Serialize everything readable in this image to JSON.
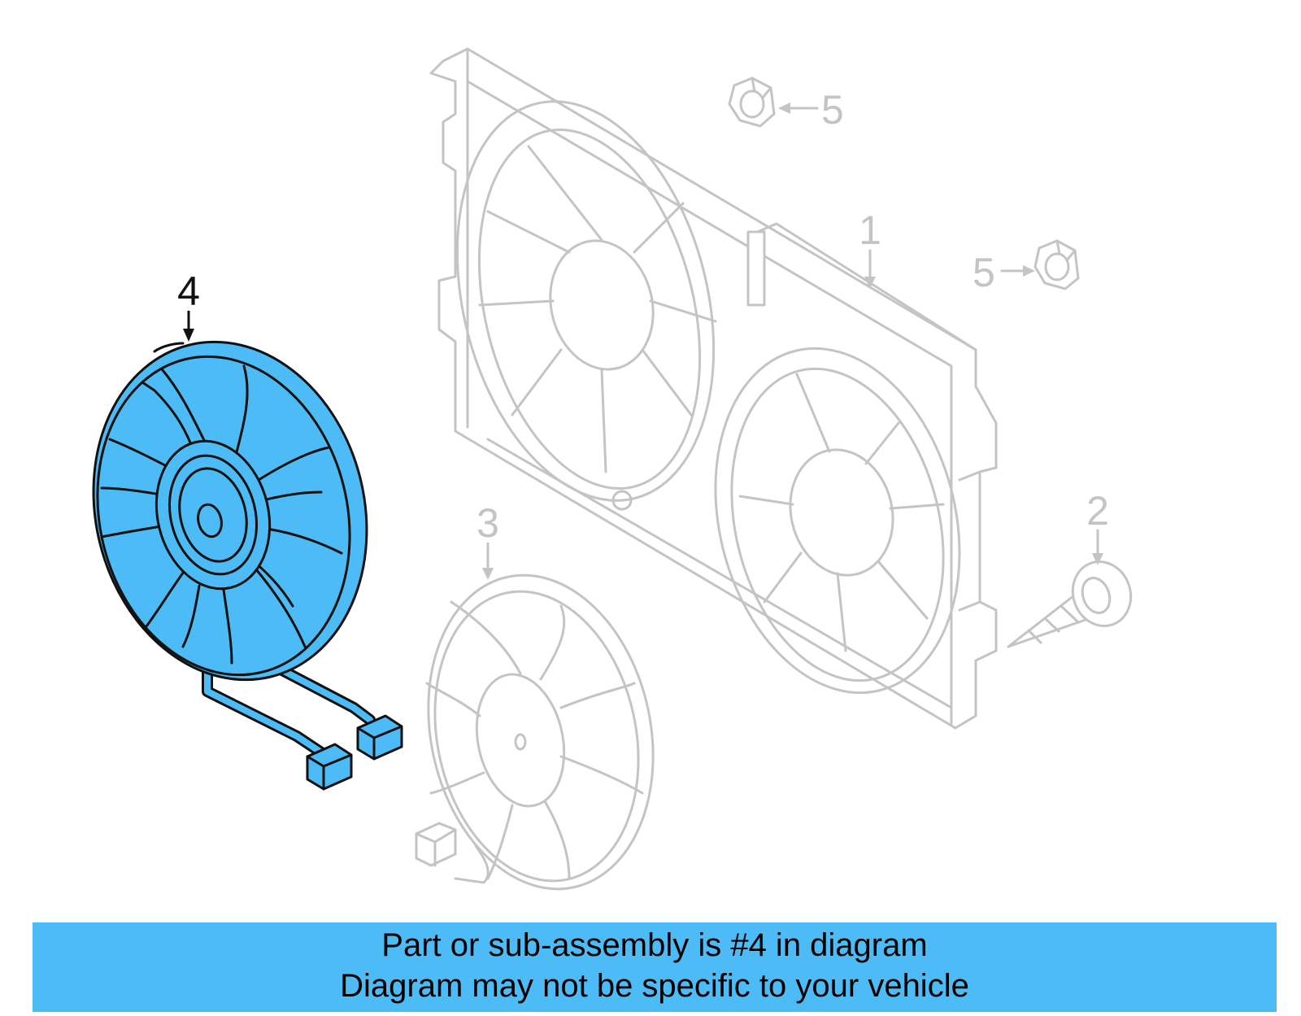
{
  "callouts": {
    "item_1": "1",
    "item_2": "2",
    "item_3": "3",
    "item_4": "4",
    "item_5_top": "5",
    "item_5_right": "5"
  },
  "highlighted_item": "4",
  "banner": {
    "line1": "Part or sub-assembly is #4 in diagram",
    "line2": "Diagram may not be specific to your vehicle"
  },
  "colors": {
    "highlight_fill": "#4dbcf6",
    "highlight_outline": "#111111",
    "ghost_lines": "#c4c4c4",
    "banner_background": "#4dbcf6",
    "background": "#ffffff"
  }
}
